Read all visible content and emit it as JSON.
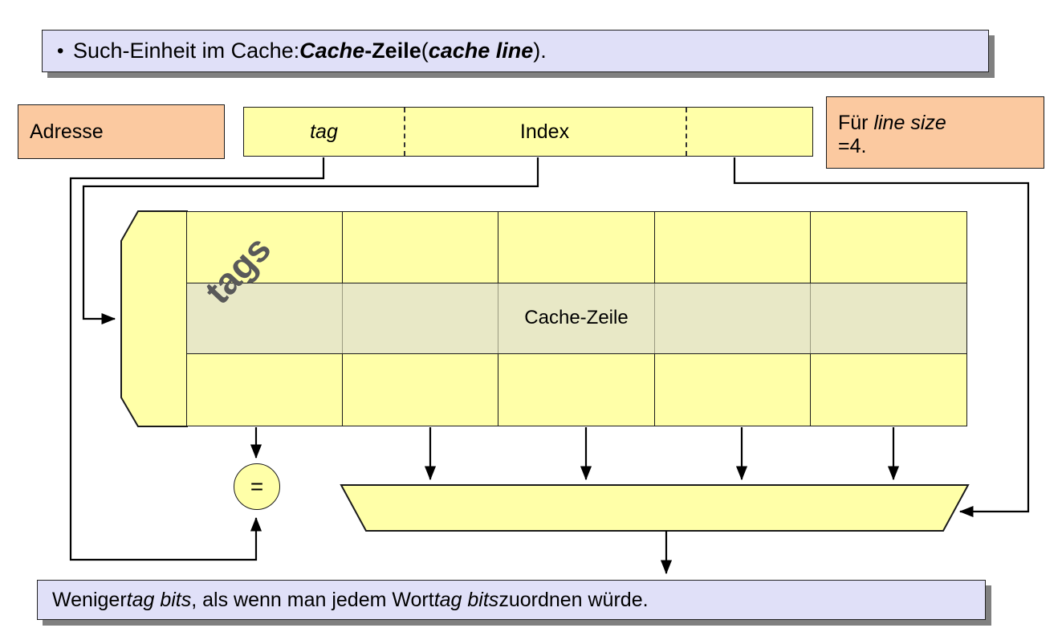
{
  "slide": {
    "title": {
      "bullet": "•",
      "part1": "Such-Einheit im Cache: ",
      "emph1": "Cache",
      "part2": "-Zeile",
      "part3": " (",
      "emph2": "cache line",
      "part4": ")."
    },
    "footer": {
      "part1": "Weniger ",
      "emph1": "tag bits",
      "part2": ", als wenn man jedem Wort ",
      "emph2": "tag bits",
      "part3": " zuordnen würde."
    }
  },
  "address": {
    "label": "Adresse",
    "segments": [
      {
        "name": "tag",
        "label": "tag",
        "italic": true
      },
      {
        "name": "index",
        "label": "Index",
        "italic": false
      },
      {
        "name": "offset",
        "label": "",
        "italic": false
      }
    ]
  },
  "note": {
    "line1_prefix": "Für ",
    "line1_emph": "line size",
    "line2": "=4."
  },
  "cache": {
    "tags_label": "tags",
    "line_label": "Cache-Zeile",
    "comparator_label": "=",
    "columns": 5,
    "rows": 3,
    "highlight_row_index": 1,
    "label_cell_index": 2
  },
  "colors": {
    "callout_bg": "#e0e0f8",
    "callout_shadow": "#808080",
    "orange_bg": "#fbc9a0",
    "yellow_bg": "#ffffa8",
    "highlight_bg": "#e8e8c6",
    "stroke": "#1a1a1a",
    "tags_text": "#595959"
  }
}
